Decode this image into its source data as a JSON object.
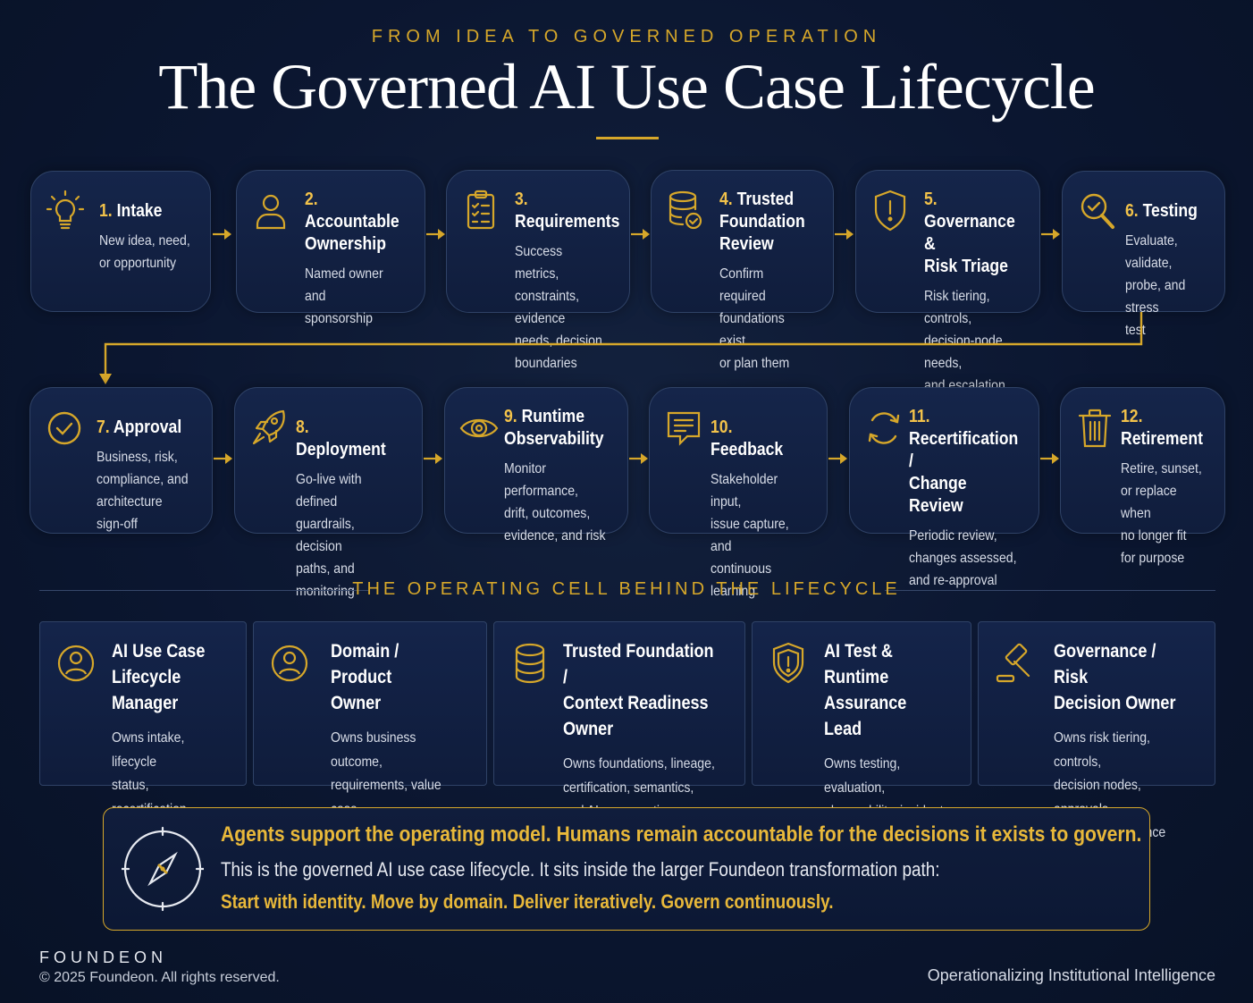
{
  "header": {
    "kicker": "FROM IDEA TO GOVERNED OPERATION",
    "title": "The Governed AI Use Case Lifecycle"
  },
  "accent_color": "#d6a72a",
  "steps": [
    {
      "num": "1.",
      "title": "Intake",
      "desc": "New idea, need,\nor opportunity",
      "icon": "lightbulb-icon"
    },
    {
      "num": "2.",
      "title": "Accountable\nOwnership",
      "desc": "Named owner and\nsponsorship",
      "icon": "person-icon"
    },
    {
      "num": "3.",
      "title": "Requirements",
      "desc": "Success metrics,\nconstraints, evidence\nneeds, decision\nboundaries",
      "icon": "clipboard-checklist-icon"
    },
    {
      "num": "4.",
      "title": "Trusted\nFoundation Review",
      "desc": "Confirm required\nfoundations exist\nor plan them",
      "icon": "database-check-icon"
    },
    {
      "num": "5.",
      "title": "Governance &\nRisk Triage",
      "desc": "Risk tiering, controls,\ndecision-node needs,\nand escalation paths",
      "icon": "shield-alert-icon"
    },
    {
      "num": "6.",
      "title": "Testing",
      "desc": "Evaluate, validate,\nprobe, and stress\ntest",
      "icon": "magnifier-check-icon"
    },
    {
      "num": "7.",
      "title": "Approval",
      "desc": "Business, risk,\ncompliance, and\narchitecture sign-off",
      "icon": "check-circle-icon"
    },
    {
      "num": "8.",
      "title": "Deployment",
      "desc": "Go-live with defined\nguardrails, decision\npaths, and monitoring",
      "icon": "rocket-icon"
    },
    {
      "num": "9.",
      "title": "Runtime\nObservability",
      "desc": "Monitor performance,\ndrift, outcomes,\nevidence, and risk",
      "icon": "eye-icon"
    },
    {
      "num": "10.",
      "title": "Feedback",
      "desc": "Stakeholder input,\nissue capture, and\ncontinuous learning",
      "icon": "chat-bubble-icon"
    },
    {
      "num": "11.",
      "title": "Recertification /\nChange Review",
      "desc": "Periodic review,\nchanges assessed,\nand re-approval",
      "icon": "refresh-icon"
    },
    {
      "num": "12.",
      "title": "Retirement",
      "desc": "Retire, sunset,\nor replace when\nno longer fit\nfor purpose",
      "icon": "trash-icon"
    }
  ],
  "section": {
    "label": "THE OPERATING CELL BEHIND THE LIFECYCLE"
  },
  "roles": [
    {
      "title": "AI Use Case\nLifecycle Manager",
      "desc": "Owns intake, lifecycle\nstatus, recertification,\nand retirement",
      "icon": "user-circle-icon"
    },
    {
      "title": "Domain / Product\nOwner",
      "desc": "Owns business outcome,\nrequirements, value case,\nand final business sign-off",
      "icon": "user-circle-icon"
    },
    {
      "title": "Trusted Foundation /\nContext Readiness Owner",
      "desc": "Owns foundations, lineage,\ncertification, semantics,\nand AI consumption",
      "icon": "database-icon"
    },
    {
      "title": "AI Test & Runtime\nAssurance Lead",
      "desc": "Owns testing, evaluation,\nobservability, incident\npatterns, and feedback",
      "icon": "shield-alert-icon"
    },
    {
      "title": "Governance / Risk\nDecision Owner",
      "desc": "Owns risk tiering, controls,\ndecision nodes, approvals,\nand risk acceptance",
      "icon": "gavel-icon"
    }
  ],
  "callout": {
    "headline": "Agents support the operating model. Humans remain accountable for the decisions it exists to govern.",
    "body": "This is the governed AI use case lifecycle. It sits inside the larger Foundeon transformation path:",
    "tagline": "Start with identity. Move by domain. Deliver iteratively. Govern continuously.",
    "icon": "compass-icon"
  },
  "footer": {
    "brand": "FOUNDEON",
    "copyright": "© 2025 Foundeon. All rights reserved.",
    "slogan": "Operationalizing Institutional Intelligence"
  }
}
